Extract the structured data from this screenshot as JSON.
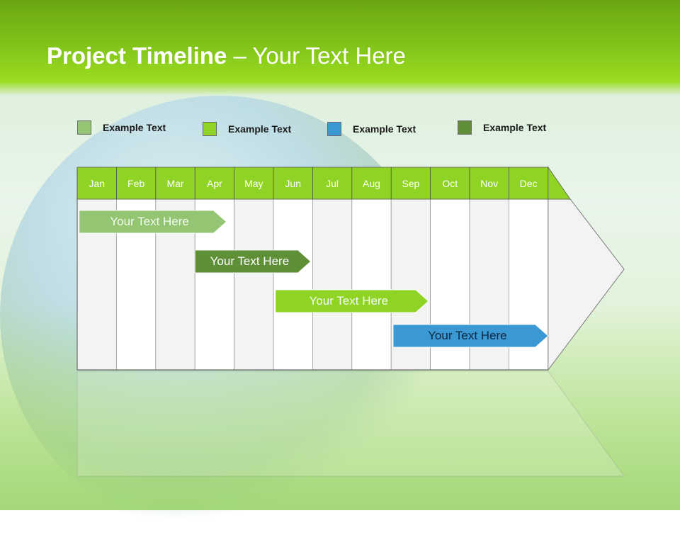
{
  "title": {
    "bold": "Project Timeline",
    "rest": " – Your Text Here"
  },
  "legend": [
    {
      "label": "Example Text",
      "color": "#93c572"
    },
    {
      "label": "Example Text",
      "color": "#8fd424"
    },
    {
      "label": "Example Text",
      "color": "#3a98d3"
    },
    {
      "label": "Example Text",
      "color": "#5f8f37"
    }
  ],
  "months": [
    "Jan",
    "Feb",
    "Mar",
    "Apr",
    "May",
    "Jun",
    "Jul",
    "Aug",
    "Sep",
    "Oct",
    "Nov",
    "Dec"
  ],
  "tasks": [
    {
      "label": "Your  Text Here",
      "start_month": 0.05,
      "end_month": 3.8,
      "color": "#93c572",
      "text_color": "#f3faef"
    },
    {
      "label": "Your  Text Here",
      "start_month": 3.0,
      "end_month": 5.95,
      "color": "#5f8f37",
      "text_color": "#ffffff"
    },
    {
      "label": "Your  Text Here",
      "start_month": 5.05,
      "end_month": 8.95,
      "color": "#8fd424",
      "text_color": "#f3faef"
    },
    {
      "label": "Your  Text Here",
      "start_month": 8.05,
      "end_month": 12.0,
      "color": "#3a98d3",
      "text_color": "#0f2740"
    }
  ],
  "colors": {
    "header": "#86c81a",
    "month_bar": "#8fd424",
    "cell_light": "#f3f3f3",
    "cell_white": "#ffffff"
  }
}
